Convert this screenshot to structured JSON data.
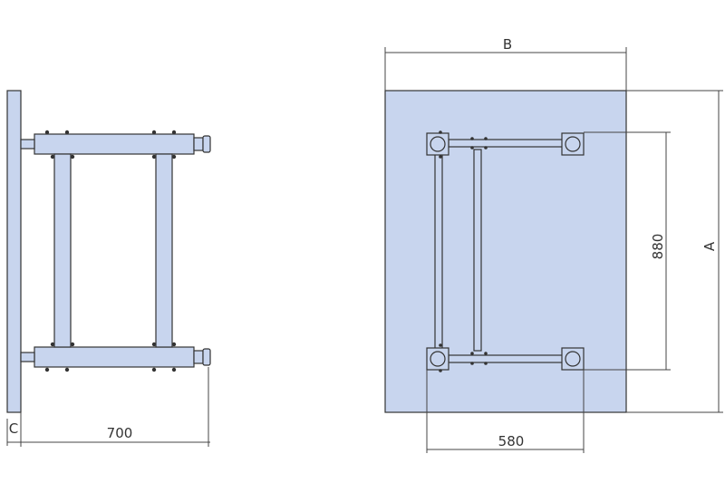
{
  "colors": {
    "fill": "#c8d5ee",
    "stroke": "#333333",
    "line": "#444444",
    "background": "#ffffff"
  },
  "dimensions": {
    "side_depth": "700",
    "top_width": "B",
    "top_length": "A",
    "leg_span_long": "880",
    "leg_span_short": "580",
    "thickness": "C"
  }
}
